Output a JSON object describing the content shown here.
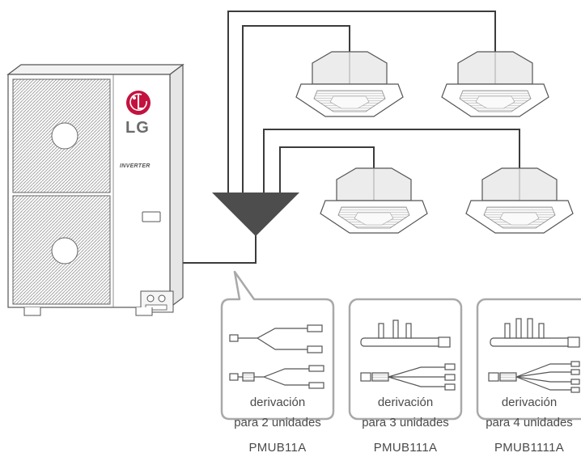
{
  "outdoor_unit": {
    "brand": "LG",
    "model_badge": "INVERTER",
    "icon": "outdoor-condenser-fans"
  },
  "indoor_units": {
    "icon": "ceiling-cassette-unit",
    "count": 4
  },
  "branch_kits": [
    {
      "line1": "derivación",
      "line2": "para 2 unidades",
      "code": "PMUB11A",
      "outlets": 2
    },
    {
      "line1": "derivación",
      "line2": "para 3 unidades",
      "code": "PMUB111A",
      "outlets": 3
    },
    {
      "line1": "derivación",
      "line2": "para 4 unidades",
      "code": "PMUB1111A",
      "outlets": 4
    }
  ],
  "colors": {
    "pipe": "#3c3c3c",
    "header": "#4d4d4d",
    "logo_red": "#c4123f",
    "outline": "#555555",
    "panel_border": "#a9a9a9"
  }
}
